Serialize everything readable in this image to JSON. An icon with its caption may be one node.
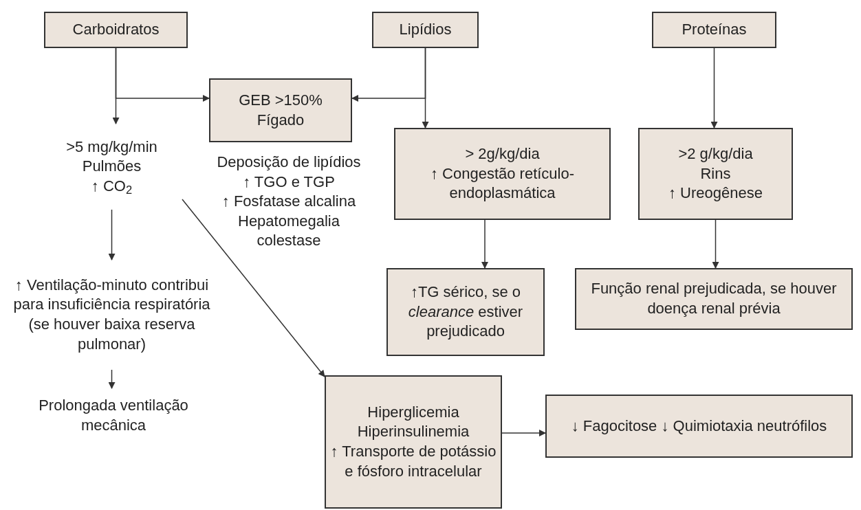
{
  "diagram": {
    "nodes": [
      {
        "text": [
          "Carboidratos"
        ]
      },
      {
        "text": [
          "Lipídios"
        ]
      },
      {
        "text": [
          "Proteínas"
        ]
      },
      {
        "text": [
          "GEB >150%",
          "Fígado"
        ],
        "beside": [
          "Deposição de lipídios",
          "↑ TGO e TGP",
          "↑ Fosfatase alcalina",
          "Hepatomegalia",
          "colestase"
        ]
      },
      {
        "text": [
          ">5 mg/kg/min",
          "Pulmões",
          "↑ CO$_{2}$"
        ]
      },
      {
        "text": [
          "> 2g/kg/dia",
          "↑ Congestão retículo-endoplasmática"
        ]
      },
      {
        "text": [
          ">2 g/kg/dia",
          "Rins",
          "↑ Ureogênese"
        ]
      },
      {
        "text": [
          "↑ Ventilação-minuto contribui para insuficiência respiratória (se houver baixa reserva pulmonar)"
        ]
      },
      {
        "text": [
          "Prolongada ventilação mecânica"
        ]
      },
      {
        "text": [
          "↑TG sérico, se o *clearance* estiver prejudicado"
        ]
      },
      {
        "text": [
          "Função renal prejudicada, se houver doença renal prévia"
        ]
      },
      {
        "text": [
          "Hiperglicemia",
          "Hiperinsulinemia",
          "↑ Transporte de potássio e fósforo intracelular"
        ]
      },
      {
        "text": [
          "↓ Fagocitose ↓ Quimiotaxia neutrófilos"
        ]
      }
    ],
    "edges": [
      {
        "from": 0,
        "to": 3,
        "arrow": "to"
      },
      {
        "from": 0,
        "to": 4,
        "arrow": "to"
      },
      {
        "from": 1,
        "to": 3,
        "arrow": "to"
      },
      {
        "from": 1,
        "to": 5,
        "arrow": "to"
      },
      {
        "from": 2,
        "to": 6,
        "arrow": "to"
      },
      {
        "from": 4,
        "to": 7,
        "arrow": "to"
      },
      {
        "from": 7,
        "to": 8,
        "arrow": "to"
      },
      {
        "from": 4,
        "to": 11,
        "arrow": "to"
      },
      {
        "from": 5,
        "to": 9,
        "arrow": "to"
      },
      {
        "from": 6,
        "to": 10,
        "arrow": "to"
      },
      {
        "from": 11,
        "to": 12,
        "arrow": "to"
      }
    ]
  }
}
